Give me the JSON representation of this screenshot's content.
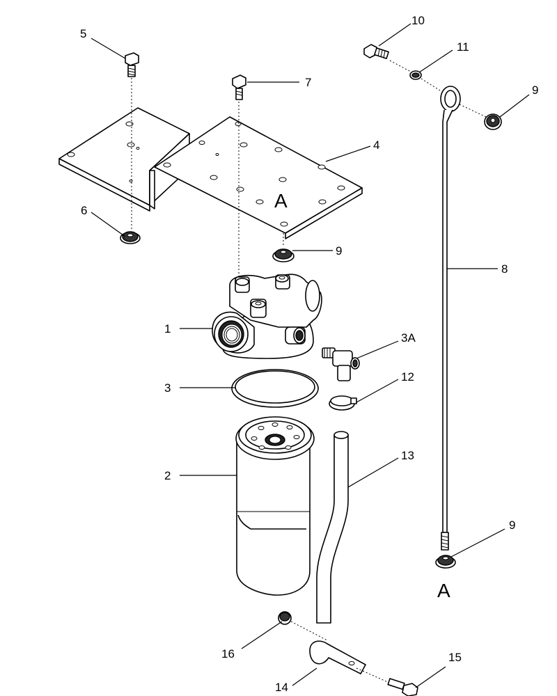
{
  "callouts": {
    "c1": "1",
    "c2": "2",
    "c3": "3",
    "c3a": "3A",
    "c4": "4",
    "c5": "5",
    "c6": "6",
    "c7": "7",
    "c8": "8",
    "c9_top_right": "9",
    "c9_mid": "9",
    "c9_rod_bottom": "9",
    "c10": "10",
    "c11": "11",
    "c12": "12",
    "c13": "13",
    "c14": "14",
    "c15": "15",
    "c16": "16"
  },
  "reference_marks": {
    "bracket": "A",
    "rod": "A"
  }
}
